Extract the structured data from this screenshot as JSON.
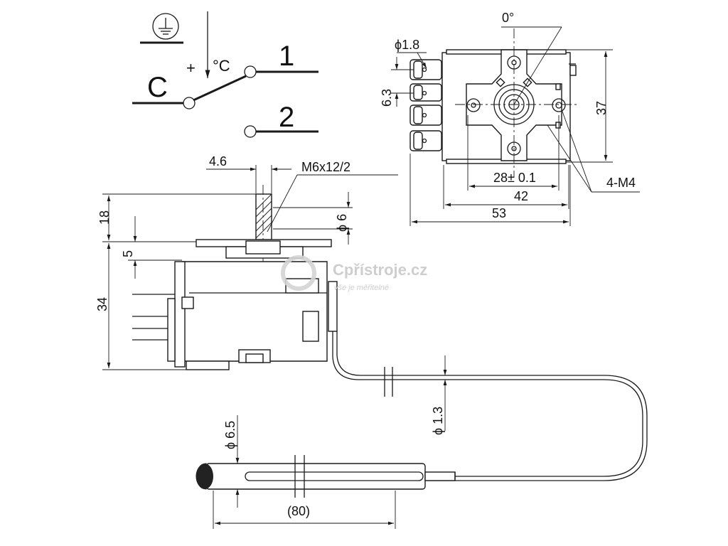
{
  "schematic": {
    "terminal_c": "C",
    "terminal_1": "1",
    "terminal_2": "2",
    "plus": "+",
    "celsius": "°C"
  },
  "front_view": {
    "angle": "0°",
    "dia_terminal": "ϕ1.8",
    "pitch": "6.3",
    "height": "37",
    "hole_spacing": "28± 0.1",
    "width_inner": "42",
    "width_total": "53",
    "holes": "4-M4"
  },
  "side_view": {
    "shaft_flat": "4.6",
    "thread": "M6x12/2",
    "shaft_len": "18",
    "shaft_dia": "ϕ 6",
    "flange": "5",
    "body_h": "34",
    "capillary_dia": "ϕ 1.3"
  },
  "sensor": {
    "dia": "ϕ 6.5",
    "length": "(80)"
  },
  "watermark": {
    "brand": "Cpřístroje.cz",
    "tagline": "vše je měřitelné"
  }
}
